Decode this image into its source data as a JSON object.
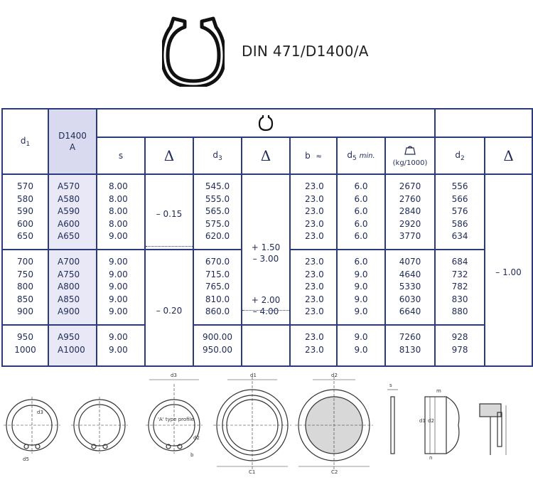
{
  "header": {
    "title": "DIN 471/D1400/A"
  },
  "table": {
    "col_d1": "d",
    "col_d1_sub": "1",
    "col_code": "D1400\nA",
    "col_s": "s",
    "col_delta": "Δ",
    "col_d3": "d",
    "col_d3_sub": "3",
    "col_b": "b",
    "col_b_approx": "≈",
    "col_d5": "d",
    "col_d5_sub": "5",
    "col_d5_min": "min.",
    "col_weight": "(kg/1000)",
    "col_d2": "d",
    "col_d2_sub": "2",
    "groups": [
      {
        "d1": [
          "570",
          "580",
          "590",
          "600",
          "650"
        ],
        "code": [
          "A570",
          "A580",
          "A590",
          "A600",
          "A650"
        ],
        "s": [
          "8.00",
          "8.00",
          "8.00",
          "8.00",
          "9.00"
        ],
        "d3": [
          "545.0",
          "555.0",
          "565.0",
          "575.0",
          "620.0"
        ],
        "b": [
          "23.0",
          "23.0",
          "23.0",
          "23.0",
          "23.0"
        ],
        "d5": [
          "6.0",
          "6.0",
          "6.0",
          "6.0",
          "6.0"
        ],
        "weight": [
          "2670",
          "2760",
          "2840",
          "2920",
          "3770"
        ],
        "d2": [
          "556",
          "566",
          "576",
          "586",
          "634"
        ]
      },
      {
        "d1": [
          "700",
          "750",
          "800",
          "850",
          "900"
        ],
        "code": [
          "A700",
          "A750",
          "A800",
          "A850",
          "A900"
        ],
        "s": [
          "9.00",
          "9.00",
          "9.00",
          "9.00",
          "9.00"
        ],
        "d3": [
          "670.0",
          "715.0",
          "765.0",
          "810.0",
          "860.0"
        ],
        "b": [
          "23.0",
          "23.0",
          "23.0",
          "23.0",
          "23.0"
        ],
        "d5": [
          "6.0",
          "9.0",
          "9.0",
          "9.0",
          "9.0"
        ],
        "weight": [
          "4070",
          "4640",
          "5330",
          "6030",
          "6640"
        ],
        "d2": [
          "684",
          "732",
          "782",
          "830",
          "880"
        ]
      },
      {
        "d1": [
          "950",
          "1000"
        ],
        "code": [
          "A950",
          "A1000"
        ],
        "s": [
          "9.00",
          "9.00"
        ],
        "d3": [
          "900.00",
          "950.00"
        ],
        "b": [
          "23.0",
          "23.0"
        ],
        "d5": [
          "9.0",
          "9.0"
        ],
        "weight": [
          "7260",
          "8130"
        ],
        "d2": [
          "928",
          "978"
        ]
      }
    ],
    "tol_s_1": "– 0.15",
    "tol_s_2": "– 0.20",
    "tol_d3_1a": "+ 1.50",
    "tol_d3_1b": "– 3.00",
    "tol_d3_2a": "+ 2.00",
    "tol_d3_2b": "– 4.00",
    "tol_d2": "– 1.00"
  },
  "drawings": {
    "type_profile_label": "'A' type profile",
    "labels": [
      "d3",
      "d5",
      "b",
      "d3",
      "d2",
      "d1",
      "d2",
      "C1",
      "C2",
      "s",
      "d1",
      "d2",
      "m",
      "n"
    ]
  }
}
